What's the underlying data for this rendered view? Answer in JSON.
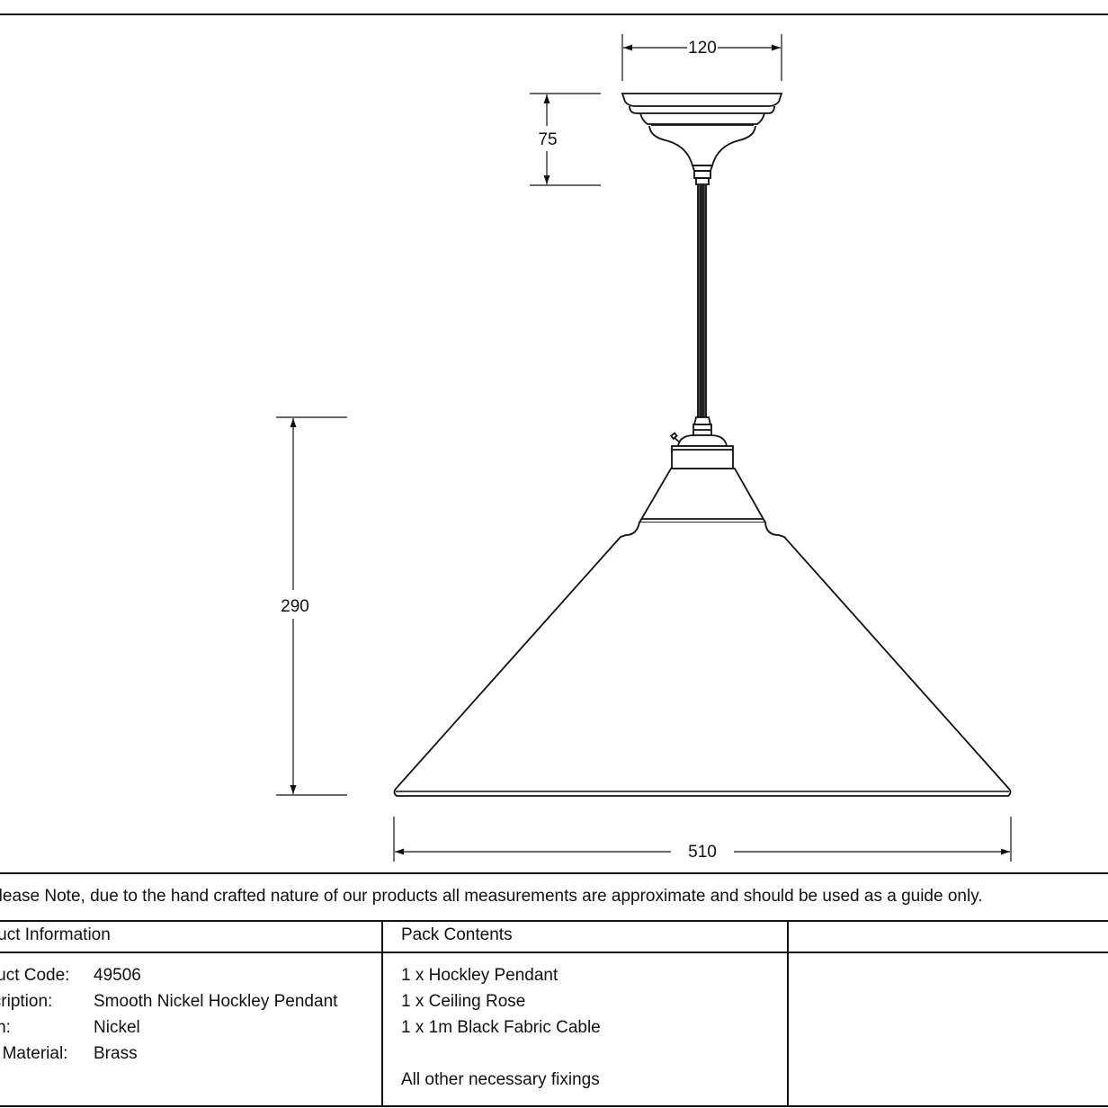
{
  "dimensions": {
    "rose_width": "120",
    "rose_height": "75",
    "shade_height": "290",
    "shade_width": "510"
  },
  "note": "Please Note, due to the hand crafted nature of our products all measurements are approximate and should be used as a guide only.",
  "product_info": {
    "header": "Product Information",
    "rows": [
      {
        "label": "Product Code:",
        "value": "49506"
      },
      {
        "label": "Description:",
        "value": "Smooth Nickel Hockley Pendant"
      },
      {
        "label": "Finish:",
        "value": "Nickel"
      },
      {
        "label": "Base Material:",
        "value": "Brass"
      }
    ]
  },
  "pack_contents": {
    "header": "Pack Contents",
    "items": [
      "1 x Hockley Pendant",
      "1 x Ceiling Rose",
      "1 x 1m Black Fabric Cable"
    ],
    "footer": "All other necessary fixings"
  }
}
